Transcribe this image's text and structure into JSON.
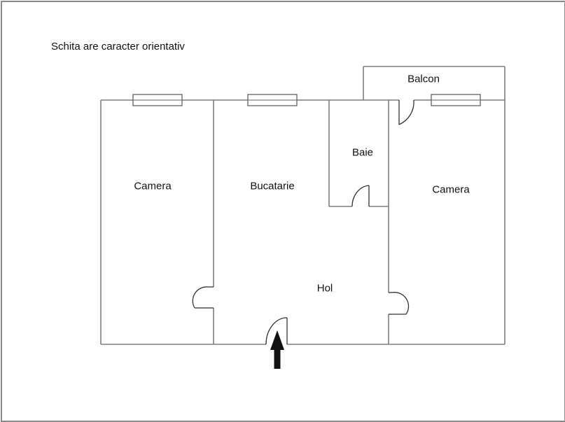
{
  "title": "Schita are caracter orientativ",
  "rooms": {
    "camera_left": "Camera",
    "bucatarie": "Bucatarie",
    "baie": "Baie",
    "camera_right": "Camera",
    "hol": "Hol",
    "balcon": "Balcon"
  },
  "colors": {
    "wall": "#7f7f7f",
    "detail": "#333333",
    "arrow": "#111111",
    "border": "#8a8a8a"
  },
  "symbols": [
    "window",
    "door-swing",
    "entrance-arrow"
  ]
}
